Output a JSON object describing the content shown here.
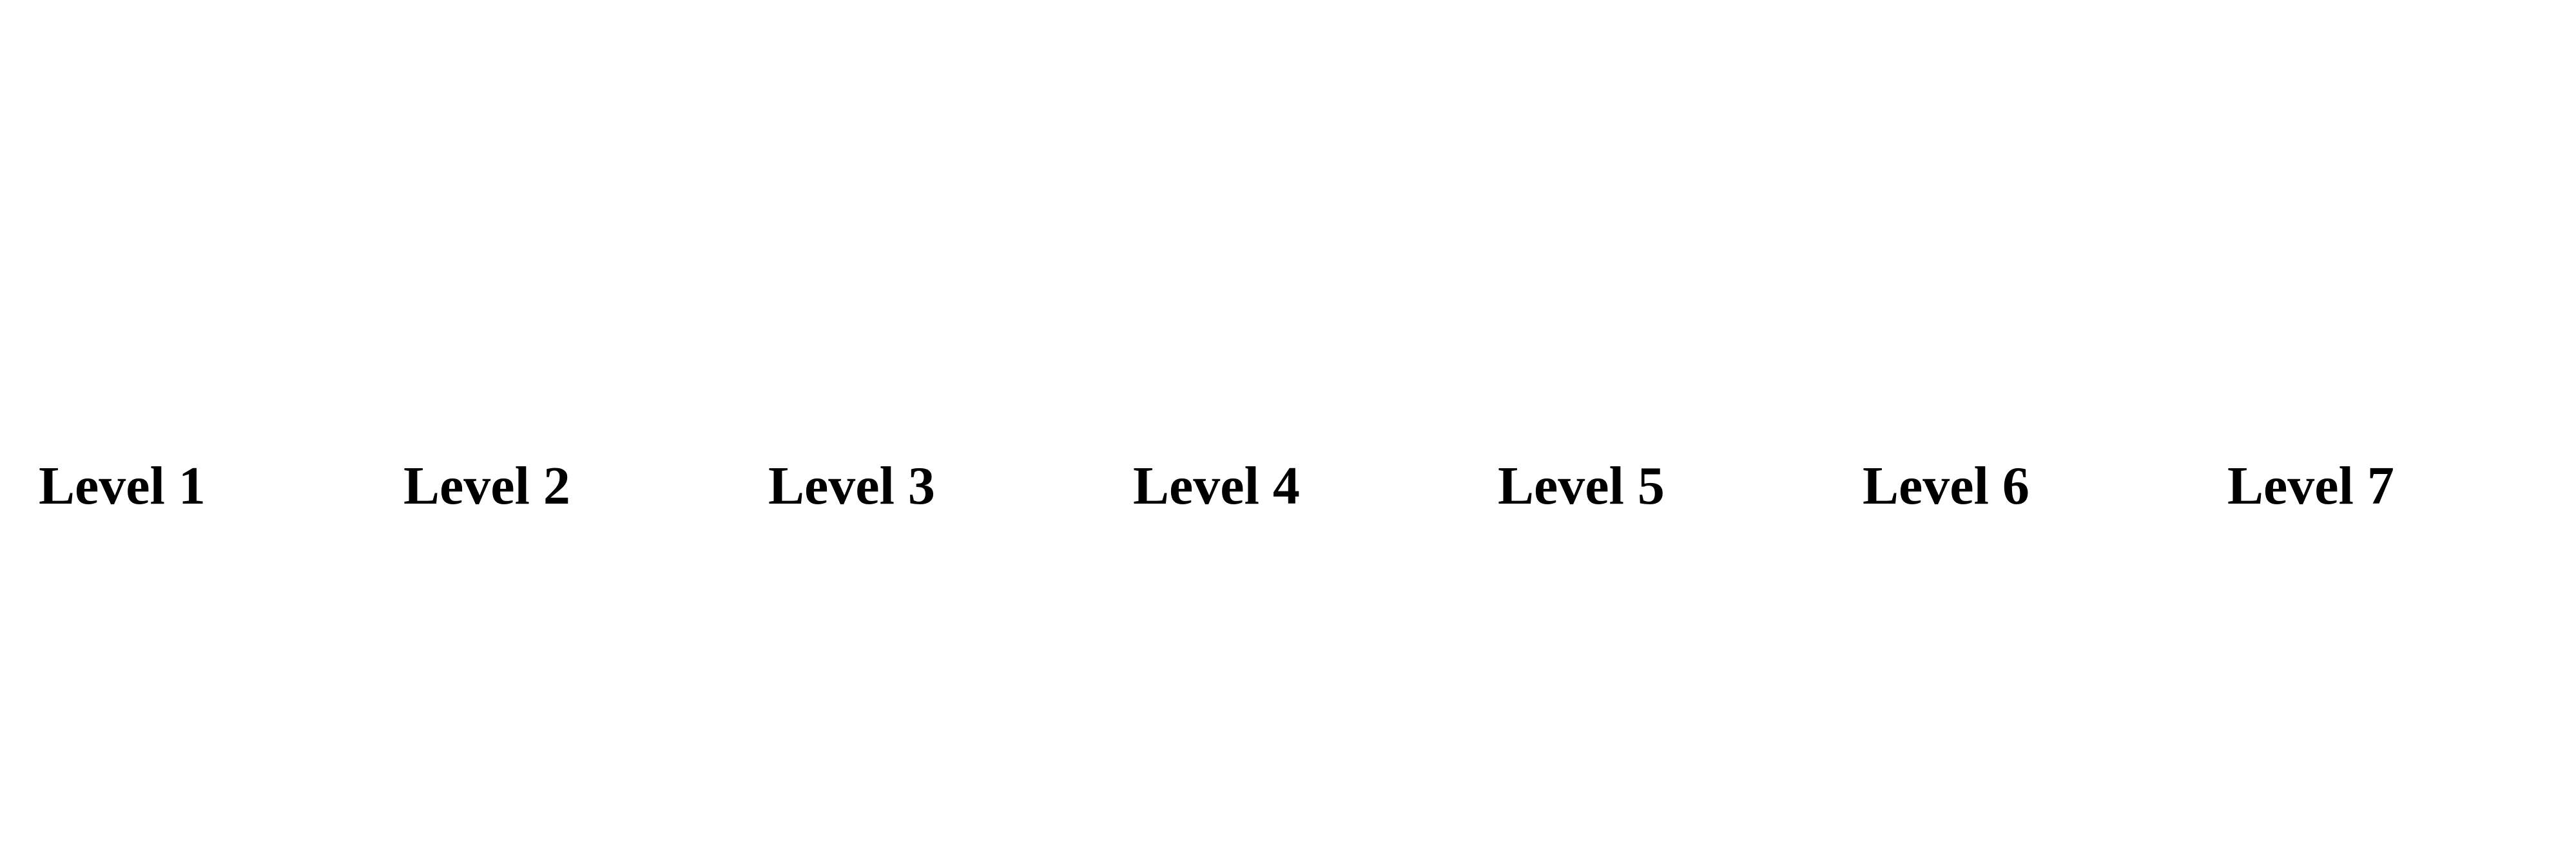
{
  "levels": [
    {
      "label": "Level 1"
    },
    {
      "label": "Level 2"
    },
    {
      "label": "Level 3"
    },
    {
      "label": "Level 4"
    },
    {
      "label": "Level 5"
    },
    {
      "label": "Level 6"
    },
    {
      "label": "Level 7"
    }
  ]
}
